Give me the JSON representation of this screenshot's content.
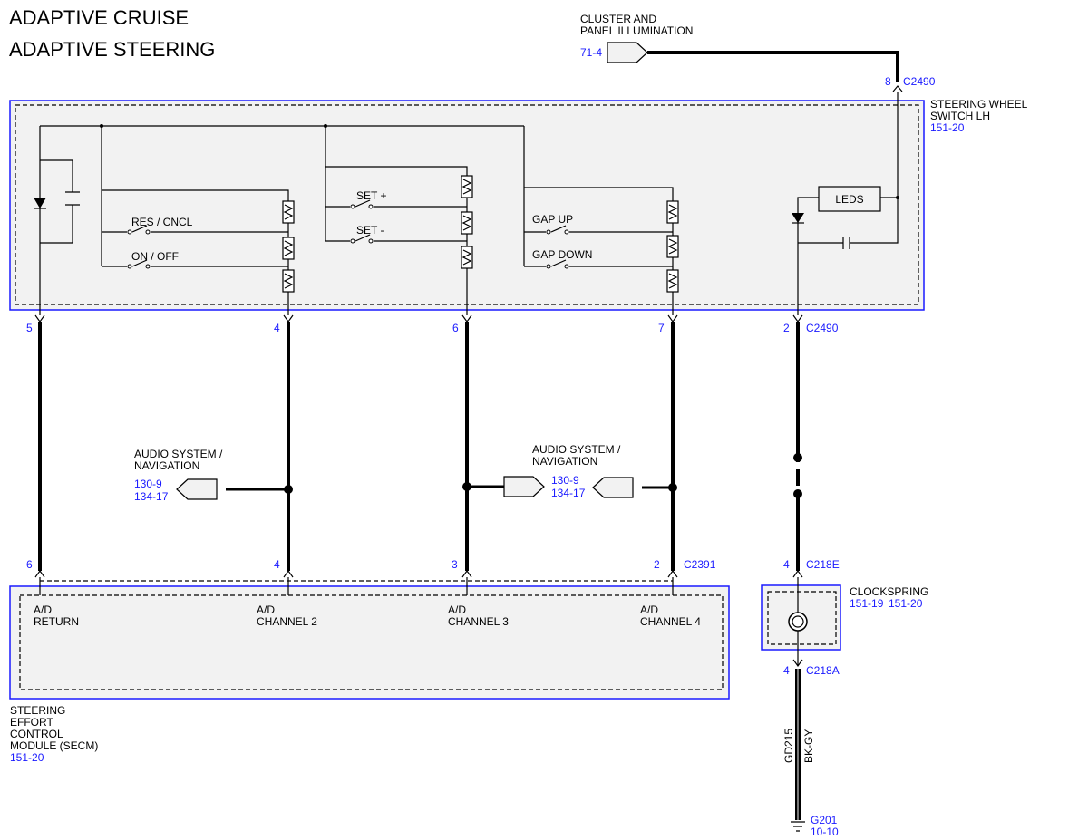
{
  "titles": {
    "line1": "ADAPTIVE CRUISE",
    "line2": "ADAPTIVE STEERING"
  },
  "cluster": {
    "line1": "CLUSTER AND",
    "line2": "PANEL ILLUMINATION",
    "ref": "71-4"
  },
  "c2490_top": {
    "pin": "8",
    "connector": "C2490"
  },
  "switch_module": {
    "line1": "STEERING WHEEL",
    "line2": "SWITCH LH",
    "ref": "151-20"
  },
  "switches": {
    "res_cncl": "RES / CNCL",
    "on_off": "ON / OFF",
    "set_plus": "SET +",
    "set_minus": "SET -",
    "gap_up": "GAP UP",
    "gap_down": "GAP DOWN",
    "leds": "LEDS"
  },
  "top_pins": {
    "p5": "5",
    "p4": "4",
    "p6": "6",
    "p7": "7",
    "p2": "2",
    "connector": "C2490"
  },
  "audio_left": {
    "line1": "AUDIO SYSTEM /",
    "line2": "NAVIGATION",
    "ref1": "130-9",
    "ref2": "134-17"
  },
  "audio_right": {
    "line1": "AUDIO SYSTEM /",
    "line2": "NAVIGATION",
    "ref1": "130-9",
    "ref2": "134-17"
  },
  "bottom_pins": {
    "p6": "6",
    "p4": "4",
    "p3": "3",
    "p2": "2",
    "connector": "C2391"
  },
  "secm_channels": {
    "ch1_a": "A/D",
    "ch1_b": "RETURN",
    "ch2_a": "A/D",
    "ch2_b": "CHANNEL 2",
    "ch3_a": "A/D",
    "ch3_b": "CHANNEL 3",
    "ch4_a": "A/D",
    "ch4_b": "CHANNEL 4"
  },
  "secm": {
    "line1": "STEERING",
    "line2": "EFFORT",
    "line3": "CONTROL",
    "line4": "MODULE (SECM)",
    "ref": "151-20"
  },
  "clockspring": {
    "pin_top": "4",
    "conn_top": "C218E",
    "label": "CLOCKSPRING",
    "ref1": "151-19",
    "ref2": "151-20",
    "pin_bottom": "4",
    "conn_bottom": "C218A"
  },
  "ground": {
    "circuit": "GD215",
    "color": "BK-GY",
    "name": "G201",
    "ref": "10-10"
  }
}
